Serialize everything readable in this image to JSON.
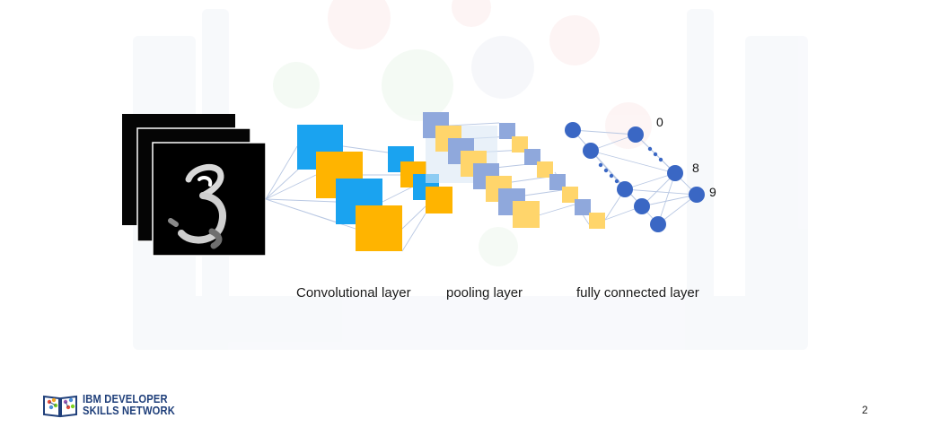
{
  "diagram": {
    "captions": {
      "convolutional": "Convolutional layer",
      "pooling": "pooling layer",
      "fully_connected": "fully connected layer"
    },
    "output_labels": {
      "first": "0",
      "second_last": "8",
      "last": "9"
    },
    "colors": {
      "blue_map": "#1aa3f0",
      "orange_map": "#ffb400",
      "light_blue_map": "#8fa8dc",
      "light_orange_map": "#ffd56b",
      "neuron": "#3a67c4",
      "connection": "#b9c8e3"
    }
  },
  "footer": {
    "logo_line1": "IBM DEVELOPER",
    "logo_line2": "SKILLS NETWORK",
    "page_number": "2"
  }
}
